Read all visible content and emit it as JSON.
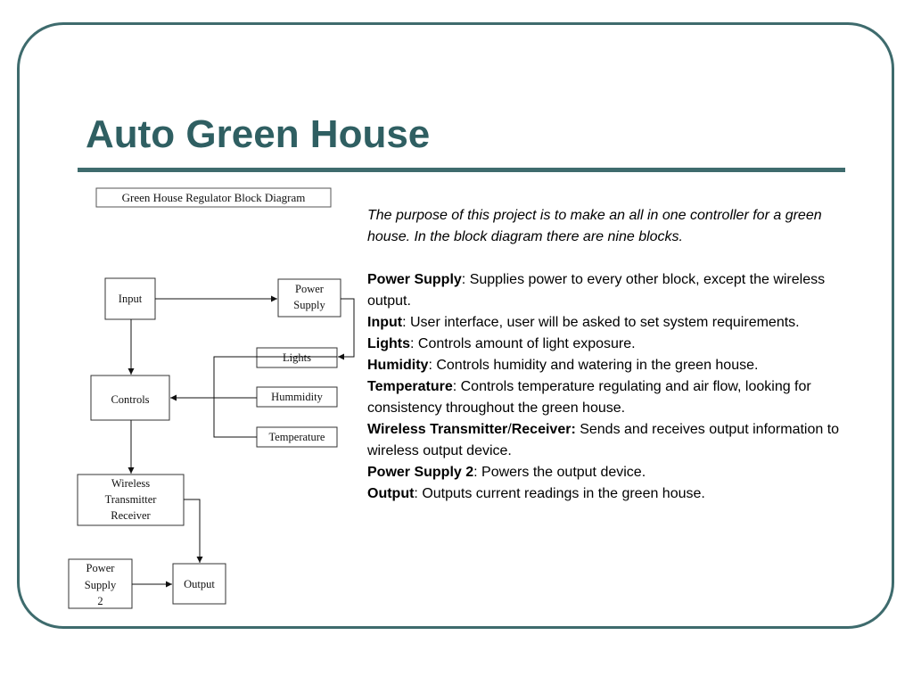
{
  "slide": {
    "title": "Auto Green House",
    "accent_color": "#3e6b6d",
    "title_color": "#2f5f62"
  },
  "diagram": {
    "caption": "Green House Regulator Block Diagram",
    "blocks": {
      "input": [
        "Input"
      ],
      "power_supply": [
        "Power",
        "Supply"
      ],
      "lights": [
        "Lights"
      ],
      "humidity": [
        "Hummidity"
      ],
      "temperature": [
        "Temperature"
      ],
      "controls": [
        "Controls"
      ],
      "wireless": [
        "Wireless",
        "Transmitter",
        "Receiver"
      ],
      "power_supply_2": [
        "Power",
        "Supply",
        "2"
      ],
      "output": [
        "Output"
      ]
    }
  },
  "description": {
    "intro": "The purpose of this project is to make an all in one controller for a green house.  In the block diagram there are nine blocks.",
    "items": [
      {
        "term": "Power Supply",
        "sep": ":  ",
        "text": "Supplies power to every other block, except the wireless output."
      },
      {
        "term": "Input",
        "sep": ": ",
        "text": "User interface, user will be asked to set system requirements."
      },
      {
        "term": "Lights",
        "sep": ": ",
        "text": "Controls amount of light exposure."
      },
      {
        "term": "Humidity",
        "sep": ": ",
        "text": "Controls humidity and watering in the green house."
      },
      {
        "term": "Temperature",
        "sep": ": ",
        "text": "Controls temperature regulating and air flow, looking for"
      },
      {
        "term": "",
        "sep": "",
        "text": "consistency throughout the green house."
      },
      {
        "term": "Wireless Transmitter",
        "sep": "/",
        "term2": "Receiver:",
        "text": " Sends and receives output information to wireless output device."
      },
      {
        "term": "Power Supply 2",
        "sep": ": ",
        "text": "Powers the output device."
      },
      {
        "term": "Output",
        "sep": ": ",
        "text": "Outputs current readings in the green house."
      }
    ]
  }
}
